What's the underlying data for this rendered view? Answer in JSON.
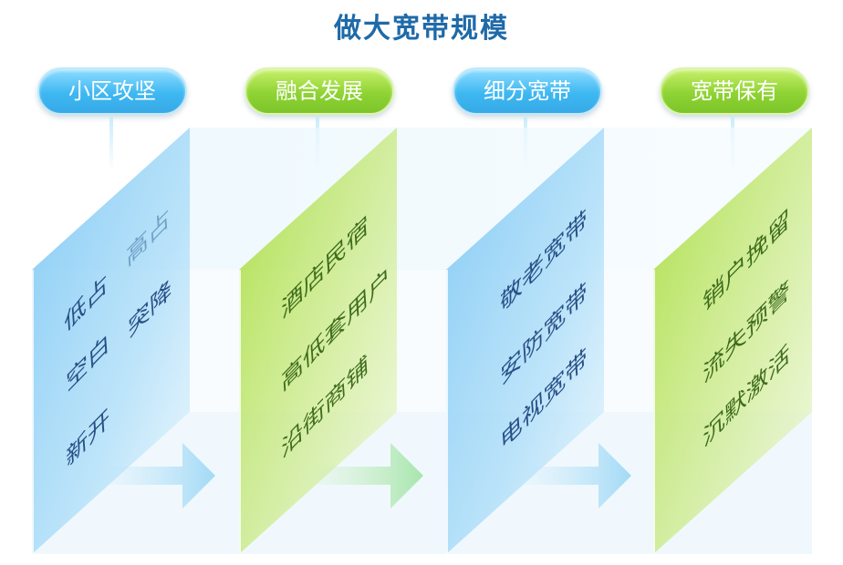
{
  "title": "做大宽带规模",
  "stages": [
    {
      "label": "小区攻坚",
      "color": "blue",
      "back_items": [
        "高占",
        "突降"
      ],
      "front_items": [
        "低占",
        "空白",
        "新开"
      ]
    },
    {
      "label": "融合发展",
      "color": "green",
      "items": [
        "酒店民宿",
        "高低套用户",
        "沿街商铺"
      ]
    },
    {
      "label": "细分宽带",
      "color": "blue",
      "items": [
        "敬老宽带",
        "安防宽带",
        "电视宽带"
      ]
    },
    {
      "label": "宽带保有",
      "color": "green",
      "items": [
        "销户挽留",
        "流失预警",
        "沉默激活"
      ]
    }
  ],
  "colors": {
    "title": "#1f6aa8",
    "blue_panel": "#5fb9ef",
    "green_panel": "#a7dd3a",
    "blue_text": "#274f86",
    "green_text": "#3e6c1c"
  }
}
